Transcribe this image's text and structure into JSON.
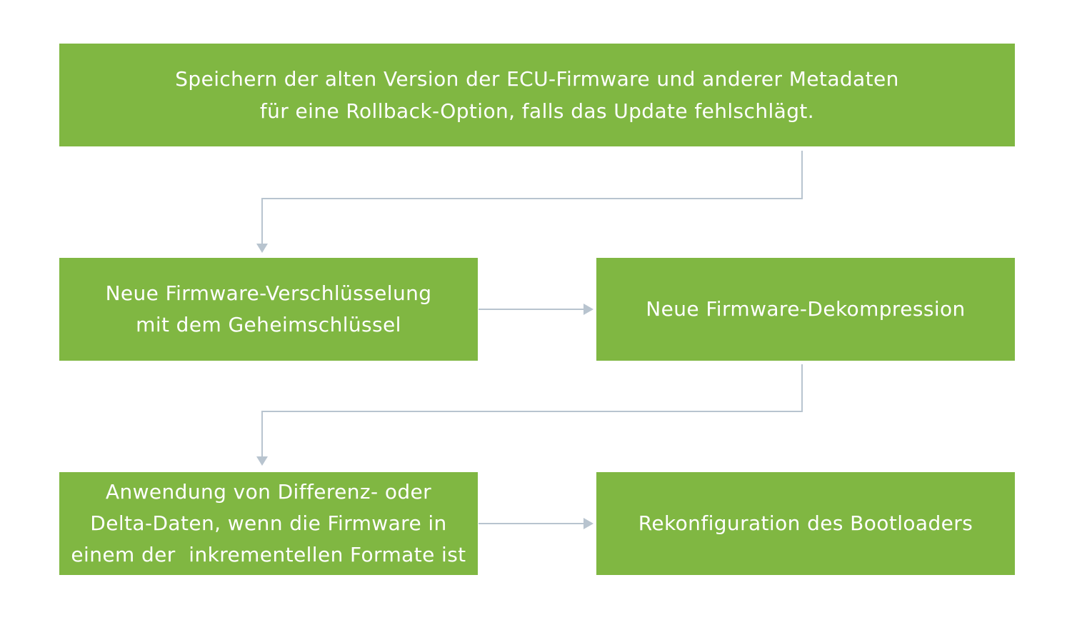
{
  "steps": {
    "save_old": {
      "lines": [
        "Speichern der alten Version der ECU-Firmware und anderer Metadaten",
        "für eine Rollback-Option, falls das Update fehlschlägt."
      ]
    },
    "encrypt": {
      "lines": [
        "Neue Firmware-Verschlüsselung",
        "mit dem Geheimschlüssel"
      ]
    },
    "decompress": {
      "lines": [
        "Neue Firmware-Dekompression"
      ]
    },
    "delta": {
      "lines": [
        "Anwendung von Differenz- oder",
        "Delta-Daten, wenn die Firmware in",
        "einem der  inkrementellen Formate ist"
      ]
    },
    "bootloader": {
      "lines": [
        "Rekonfiguration des Bootloaders"
      ]
    }
  },
  "colors": {
    "box_fill": "#80b742",
    "box_text": "#ffffff",
    "connector": "#b8c4cf"
  }
}
